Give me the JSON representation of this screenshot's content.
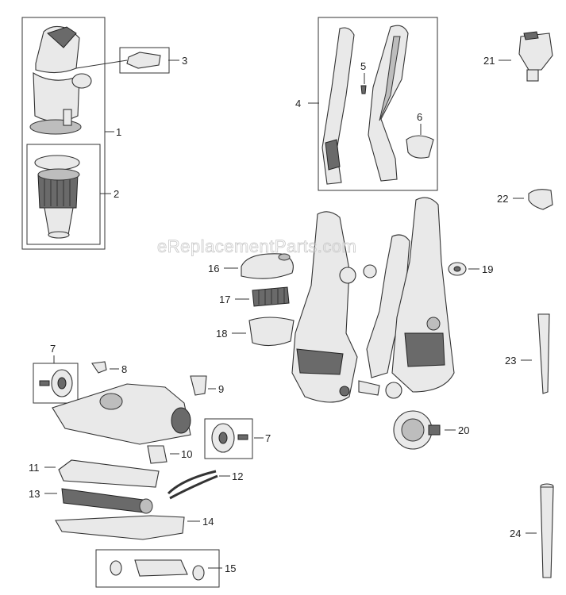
{
  "watermark": "eReplacementParts.com",
  "callouts": {
    "c1": "1",
    "c2": "2",
    "c3": "3",
    "c4": "4",
    "c5": "5",
    "c6": "6",
    "c7a": "7",
    "c7b": "7",
    "c8": "8",
    "c9": "9",
    "c10": "10",
    "c11": "11",
    "c12": "12",
    "c13": "13",
    "c14": "14",
    "c15": "15",
    "c16": "16",
    "c17": "17",
    "c18": "18",
    "c19": "19",
    "c20": "20",
    "c21": "21",
    "c22": "22",
    "c23": "23",
    "c24": "24"
  }
}
